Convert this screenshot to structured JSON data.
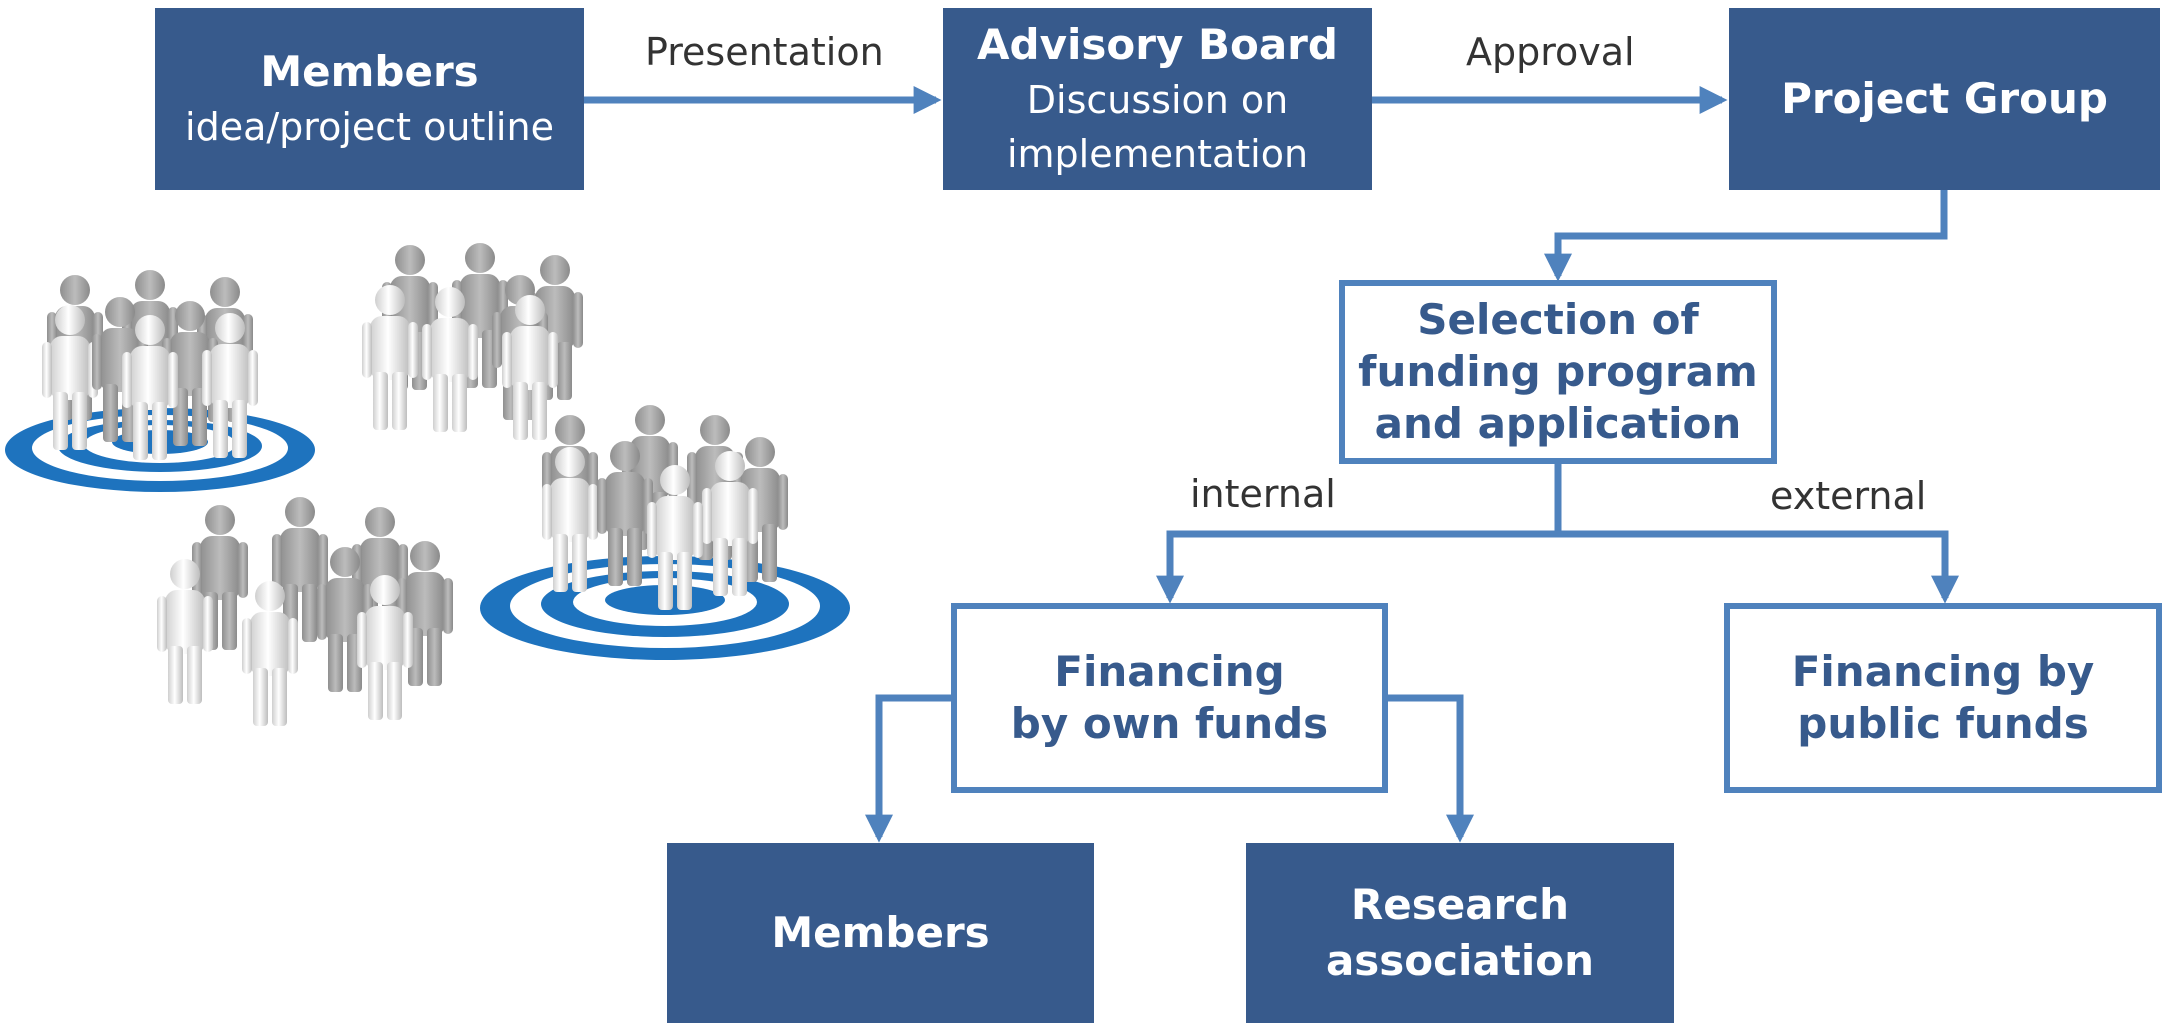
{
  "colors": {
    "filled_box": "#375a8c",
    "outline_box": "#4f82bd",
    "connector": "#4f82bd",
    "label_text": "#333333",
    "target_ring": "#1e73be"
  },
  "nodes": {
    "members_top": {
      "title": "Members",
      "subtitle": "idea/project outline"
    },
    "advisory_board": {
      "title": "Advisory Board",
      "line1": "Discussion on",
      "line2": "implementation"
    },
    "project_group": {
      "title": "Project Group"
    },
    "selection": {
      "line1": "Selection of",
      "line2": "funding program",
      "line3": "and application"
    },
    "own_funds": {
      "line1": "Financing",
      "line2": "by own funds"
    },
    "public_funds": {
      "line1": "Financing by",
      "line2": "public funds"
    },
    "members_bottom": {
      "title": "Members"
    },
    "research_association": {
      "line1": "Research",
      "line2": "association"
    }
  },
  "edge_labels": {
    "presentation": "Presentation",
    "approval": "Approval",
    "internal": "internal",
    "external": "external"
  },
  "illustration": {
    "icon": "people-groups-on-targets-illustration"
  }
}
